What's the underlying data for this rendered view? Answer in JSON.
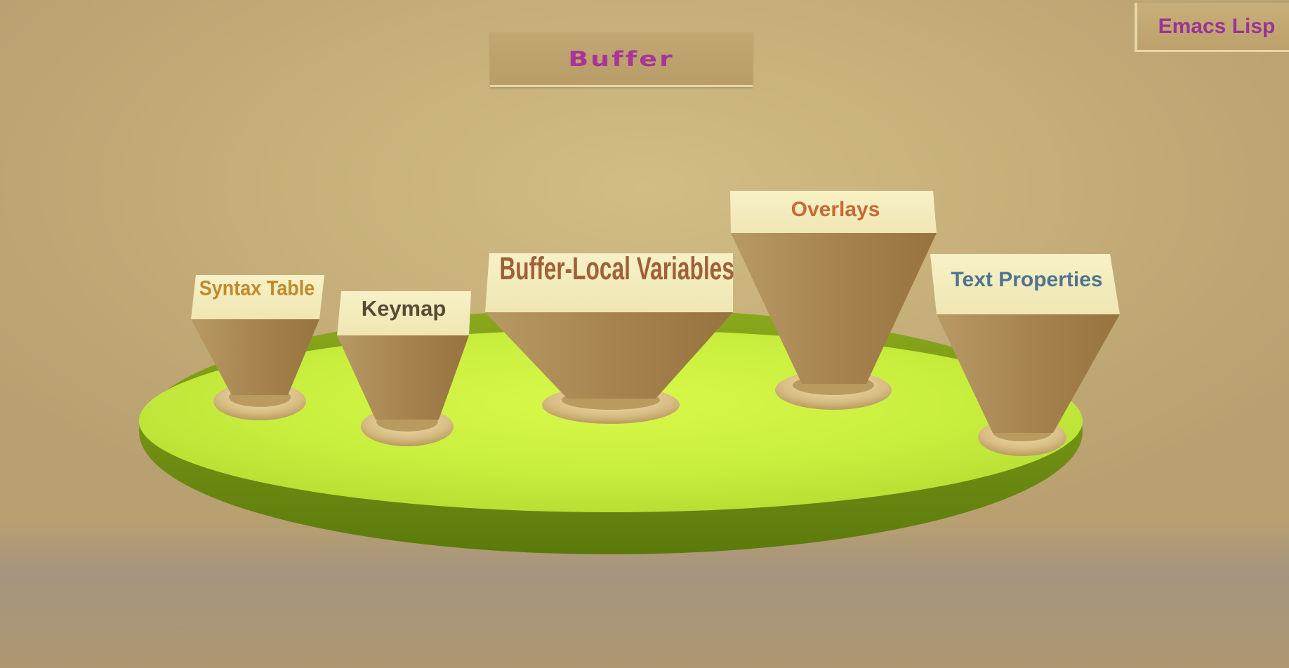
{
  "title": "Buffer",
  "corner_label": "Emacs Lisp",
  "nodes": [
    {
      "label": "Syntax Table",
      "color": "#c08a2c"
    },
    {
      "label": "Keymap",
      "color": "#5a4a35"
    },
    {
      "label": "Buffer-Local Variables",
      "color": "#a0603a"
    },
    {
      "label": "Overlays",
      "color": "#c86a34"
    },
    {
      "label": "Text Properties",
      "color": "#4f7393"
    }
  ],
  "colors": {
    "background": "#c7b07b",
    "platform": "#c6ef3c",
    "platform_shadow": "#6e8c12",
    "funnel": "#a88550",
    "label_panel": "#f4eebe",
    "title_text": "#a8359a",
    "corner_text": "#9a3597"
  }
}
